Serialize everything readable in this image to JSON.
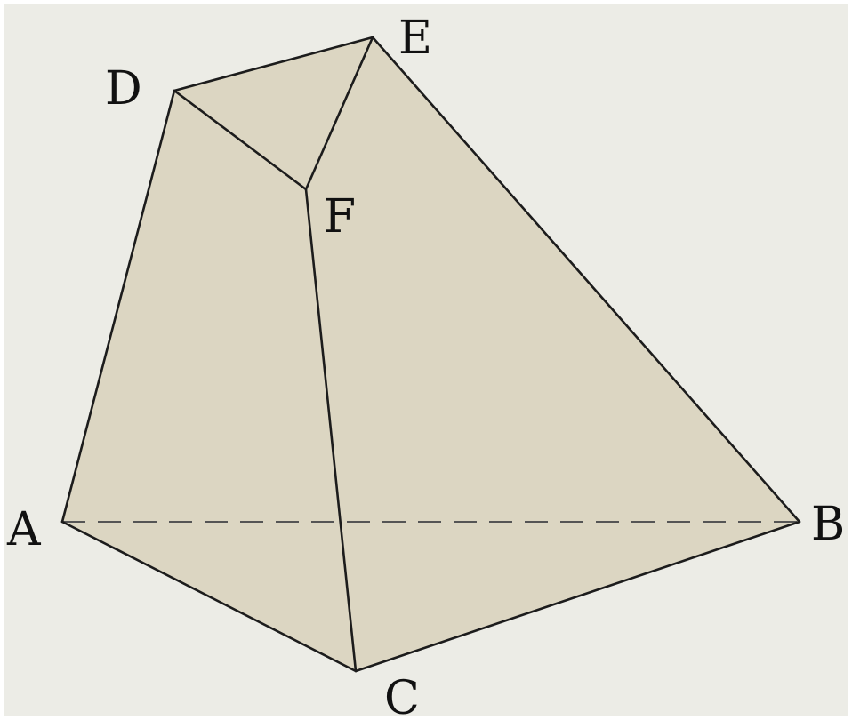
{
  "figure": {
    "background_color": "#ecece6",
    "face_color": "#dcd6c2",
    "edge_color": "#1c1c1c",
    "hidden_edge_color": "#555555",
    "vertices": {
      "A": "A",
      "B": "B",
      "C": "C",
      "D": "D",
      "E": "E",
      "F": "F"
    },
    "edges": [
      "AD",
      "DE",
      "DF",
      "EF",
      "EB",
      "FC",
      "AC",
      "CB"
    ],
    "hidden_edges": [
      "AB"
    ]
  }
}
